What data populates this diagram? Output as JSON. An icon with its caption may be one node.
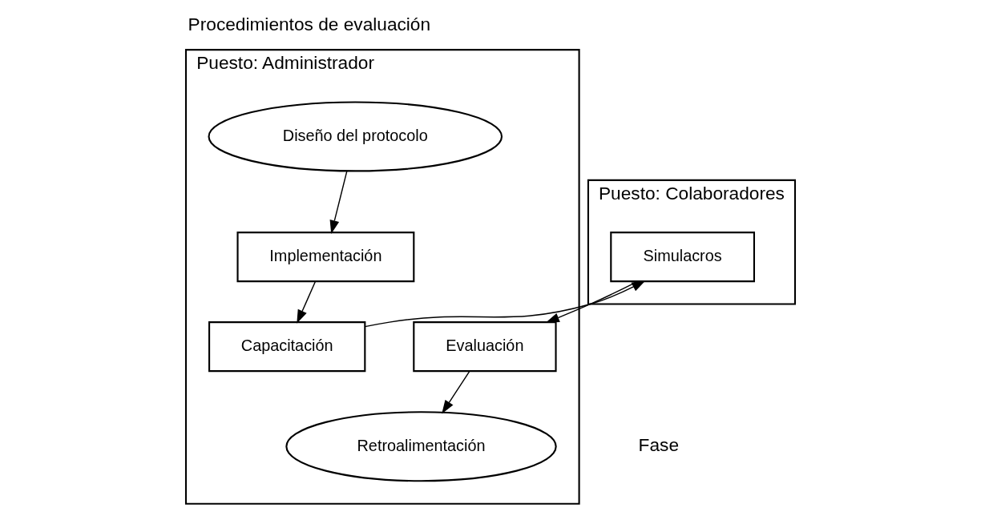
{
  "diagram": {
    "title": "Procedimientos de evaluación",
    "nodes": [
      {
        "text": [
          "Puesto: Administrador"
        ]
      },
      {
        "text": [
          "Puesto: Colaboradores"
        ]
      },
      {
        "text": [
          "Diseño del protocolo"
        ],
        "in": 0
      },
      {
        "text": [
          "Implementación"
        ],
        "in": 0
      },
      {
        "text": [
          "Capacitación"
        ],
        "in": 0
      },
      {
        "text": [
          "Evaluación"
        ],
        "in": 0
      },
      {
        "text": [
          "Retroalimentación"
        ],
        "in": 0
      },
      {
        "text": [
          "Simulacros"
        ],
        "in": 1
      }
    ],
    "edges": [
      {
        "from": 2,
        "to": 3,
        "arrow": "to"
      },
      {
        "from": 3,
        "to": 4,
        "arrow": "to"
      },
      {
        "from": 4,
        "to": 7,
        "arrow": "to"
      },
      {
        "from": 7,
        "to": 5,
        "arrow": "to"
      },
      {
        "from": 5,
        "to": 6,
        "arrow": "to"
      }
    ],
    "labels": [
      "Fase"
    ]
  }
}
